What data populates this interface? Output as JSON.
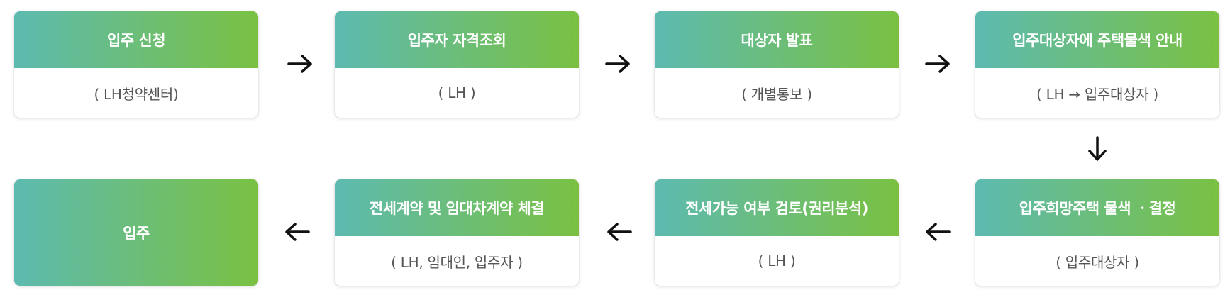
{
  "colors": {
    "header_gradient_start": "#5dbab0",
    "header_gradient_end": "#7ac142",
    "arrow": "#111111",
    "body_text": "#555555"
  },
  "steps": [
    {
      "title": "입주 신청",
      "subtitle": "( LH청약센터)"
    },
    {
      "title": "입주자 자격조회",
      "subtitle": "( LH )"
    },
    {
      "title": "대상자 발표",
      "subtitle": "( 개별통보 )"
    },
    {
      "title": "입주대상자에 주택물색 안내",
      "subtitle": "( LH → 입주대상자 )"
    },
    {
      "title": "입주희망주택 물색 ㆍ결정",
      "subtitle": "(  입주대상자 )"
    },
    {
      "title": "전세가능 여부 검토(권리분석)",
      "subtitle": "( LH )"
    },
    {
      "title": "전세계약 및 임대차계약 체결",
      "subtitle": "( LH, 임대인, 입주자 )"
    },
    {
      "title": "입주"
    }
  ],
  "arrows": [
    {
      "direction": "right",
      "icon": "arrow-right-icon"
    },
    {
      "direction": "right",
      "icon": "arrow-right-icon"
    },
    {
      "direction": "right",
      "icon": "arrow-right-icon"
    },
    {
      "direction": "down",
      "icon": "arrow-down-icon"
    },
    {
      "direction": "left",
      "icon": "arrow-left-icon"
    },
    {
      "direction": "left",
      "icon": "arrow-left-icon"
    },
    {
      "direction": "left",
      "icon": "arrow-left-icon"
    }
  ]
}
